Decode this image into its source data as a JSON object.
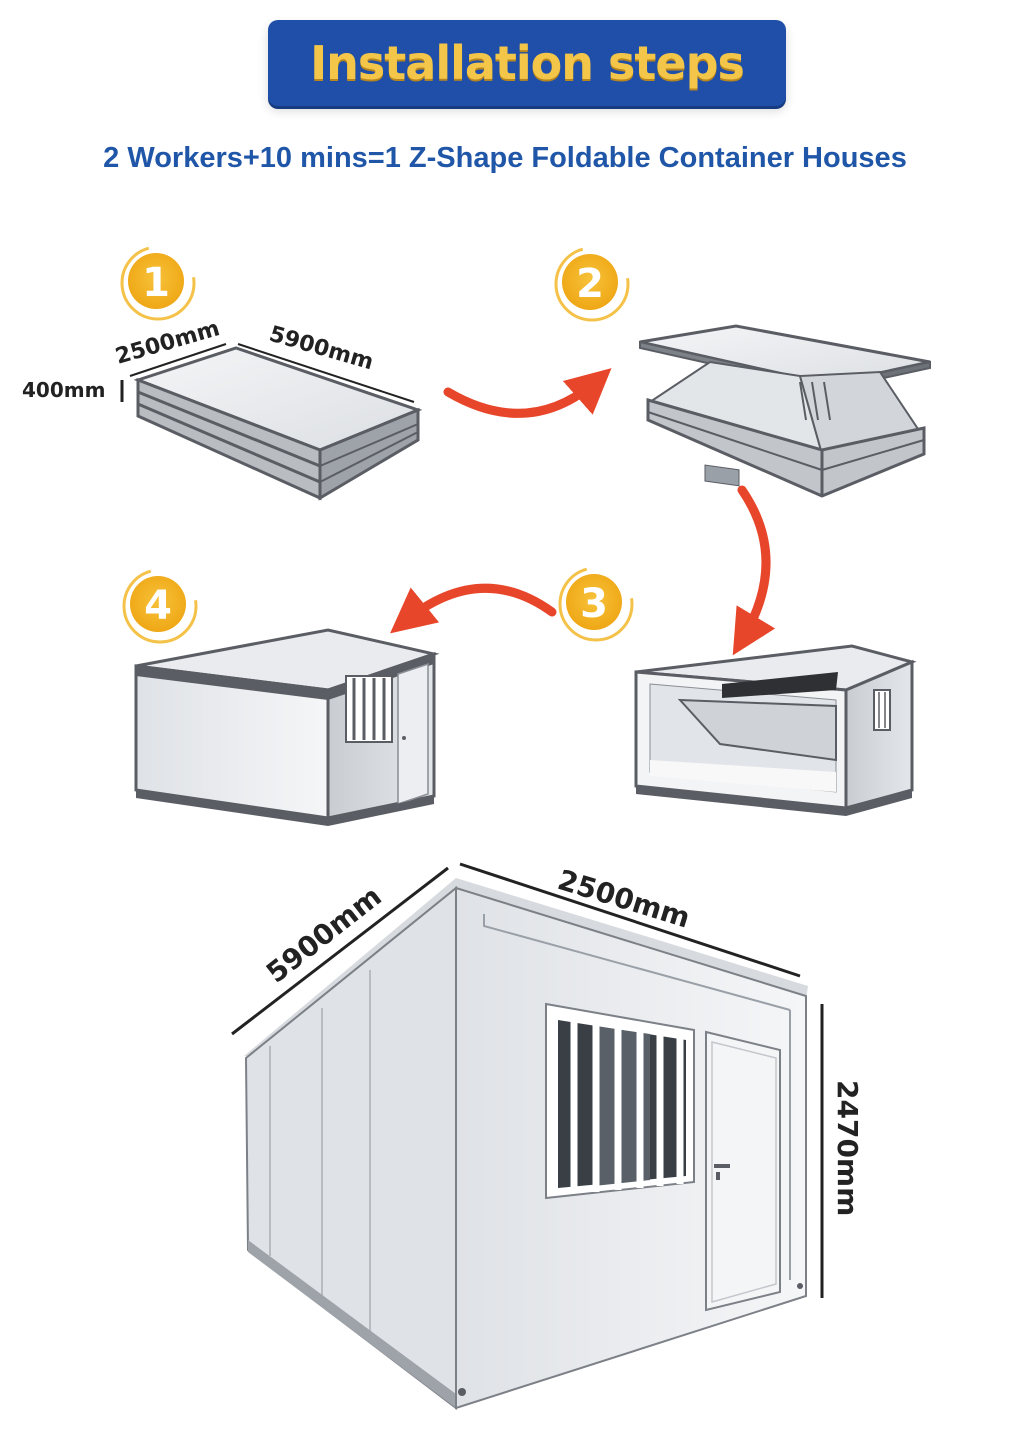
{
  "header": {
    "title": "Installation steps",
    "subtitle": "2 Workers+10 mins=1 Z-Shape Foldable Container Houses"
  },
  "steps": [
    {
      "number": "1"
    },
    {
      "number": "2"
    },
    {
      "number": "3"
    },
    {
      "number": "4"
    }
  ],
  "folded_dimensions": {
    "height": "400mm",
    "width": "2500mm",
    "length": "5900mm"
  },
  "assembled_dimensions": {
    "length": "5900mm",
    "width": "2500mm",
    "height": "2470mm"
  },
  "colors": {
    "banner_bg": "#1f4fa8",
    "banner_text": "#f3c64a",
    "subtitle": "#1f56a8",
    "step_badge": "#f2b31c",
    "arrow": "#e8462a",
    "frame": "#5a5d63"
  }
}
